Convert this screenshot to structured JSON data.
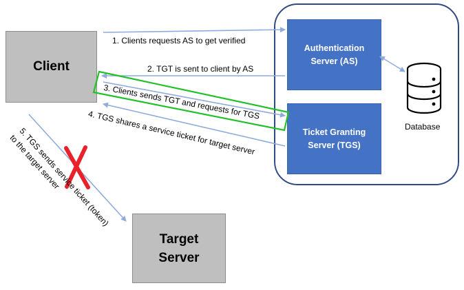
{
  "nodes": {
    "client": "Client",
    "as_line1": "Authentication",
    "as_line2": "Server (AS)",
    "tgs_line1": "Ticket Granting",
    "tgs_line2": "Server (TGS)",
    "target_line1": "Target",
    "target_line2": "Server",
    "database": "Database"
  },
  "steps": {
    "s1": "1. Clients requests AS to get verified",
    "s2": "2. TGT is sent to client by AS",
    "s3": "3. Clients sends TGT and requests for TGS",
    "s4": "4. TGS shares a service ticket for target server",
    "s5_line1": "5. TGS sends service ticket (token)",
    "s5_line2": "to the target server"
  },
  "colors": {
    "arrow": "#8faadc",
    "highlight": "#22c12a",
    "cross": "#e8212b",
    "server_fill": "#4472c4",
    "client_fill": "#bfbfbf",
    "group_border": "#2f4a82"
  }
}
